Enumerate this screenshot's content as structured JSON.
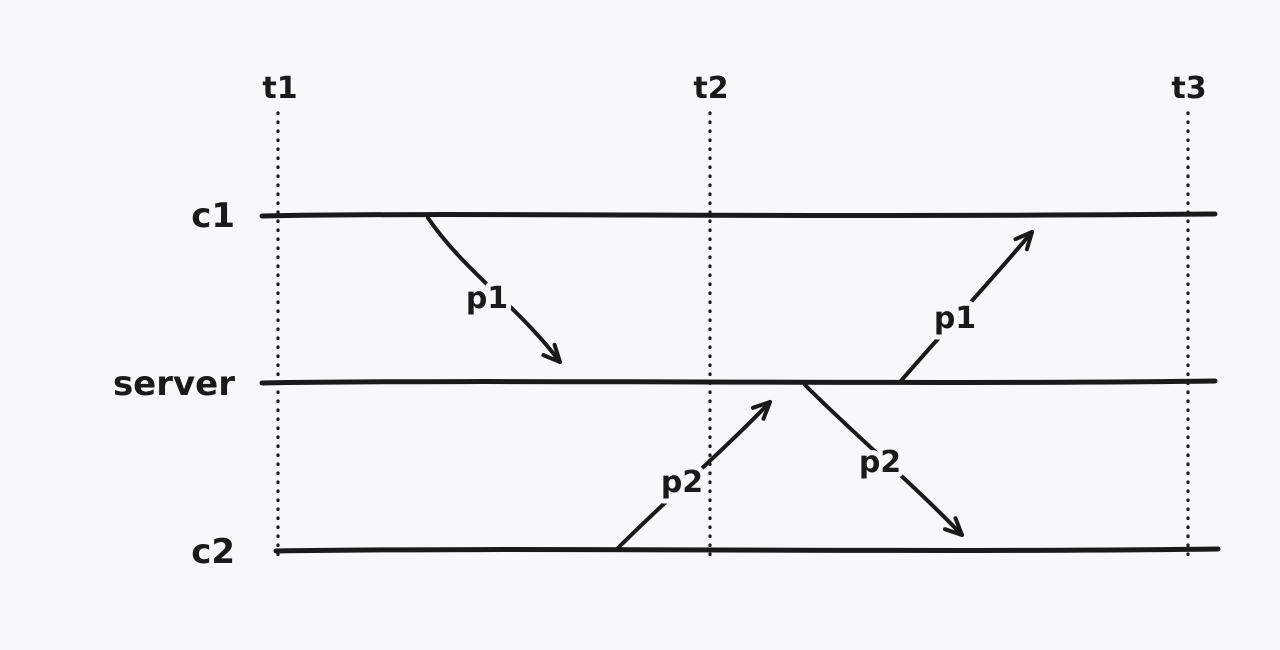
{
  "diagram": {
    "type": "sequence-timeline",
    "colors": {
      "background": "#f8f8fb",
      "ink": "#1a1a1a"
    },
    "time_markers": [
      {
        "label": "t1"
      },
      {
        "label": "t2"
      },
      {
        "label": "t3"
      }
    ],
    "lifelines": [
      {
        "label": "c1"
      },
      {
        "label": "server"
      },
      {
        "label": "c2"
      }
    ],
    "messages": [
      {
        "label": "p1",
        "from": "c1",
        "to": "server",
        "direction": "down-right"
      },
      {
        "label": "p2",
        "from": "c2",
        "to": "server",
        "direction": "up-right"
      },
      {
        "label": "p2",
        "from": "server",
        "to": "c2",
        "direction": "down-right"
      },
      {
        "label": "p1",
        "from": "server",
        "to": "c1",
        "direction": "up-right"
      }
    ]
  }
}
